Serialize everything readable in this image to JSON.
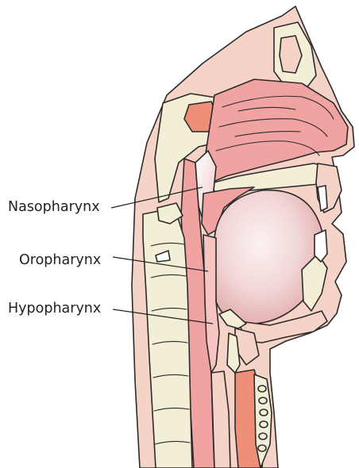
{
  "labels": {
    "nasopharynx": "Nasopharynx",
    "oropharynx": "Oropharynx",
    "hypopharynx": "Hypopharynx"
  },
  "colors": {
    "skin": "#f6d3c7",
    "mucosa": "#f0a3a0",
    "mucosa_light": "#f7c5c1",
    "deep_tissue": "#ee8f77",
    "bone": "#f2efd6",
    "outline": "#2b2b2b"
  }
}
